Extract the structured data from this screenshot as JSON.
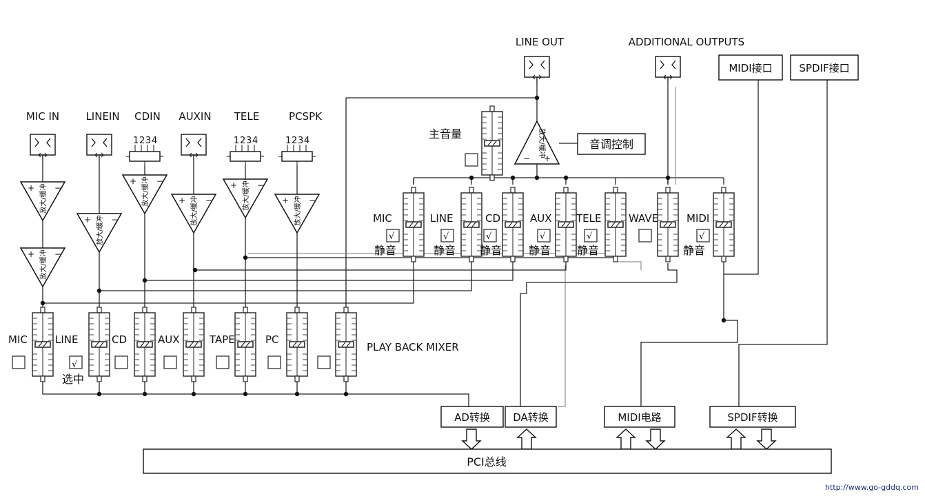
{
  "top_outputs": {
    "line_out": "LINE OUT",
    "additional_outputs": "ADDITIONAL OUTPUTS",
    "midi_port": "MIDI接口",
    "spdif_port": "SPDIF接口"
  },
  "inputs": {
    "mic_in": "MIC IN",
    "line_in": "LINEIN",
    "cd_in": "CDIN",
    "aux_in": "AUXIN",
    "tele": "TELE",
    "pc_spk": "PCSPK",
    "pin_numbers": [
      "1",
      "2",
      "3",
      "4"
    ]
  },
  "amp_label": "放大/缓冲",
  "master": {
    "volume_label": "主音量",
    "tone_label": "音调控制"
  },
  "output_mixer": {
    "channels": [
      "MIC",
      "LINE",
      "CD",
      "AUX",
      "TELE",
      "WAVE",
      "MIDI"
    ],
    "mute_label": "静音"
  },
  "playback_mixer": {
    "channels": [
      "MIC",
      "LINE",
      "CD",
      "AUX",
      "TAPE",
      "PC"
    ],
    "title": "PLAY BACK MIXER",
    "selected_label": "选中"
  },
  "converters": {
    "ad": "AD转换",
    "da": "DA转换",
    "midi_circuit": "MIDI电路",
    "spdif": "SPDIF转换"
  },
  "bus_label": "PCI总线",
  "watermark": "http://www.go-gddq.com",
  "check_mark": "√"
}
